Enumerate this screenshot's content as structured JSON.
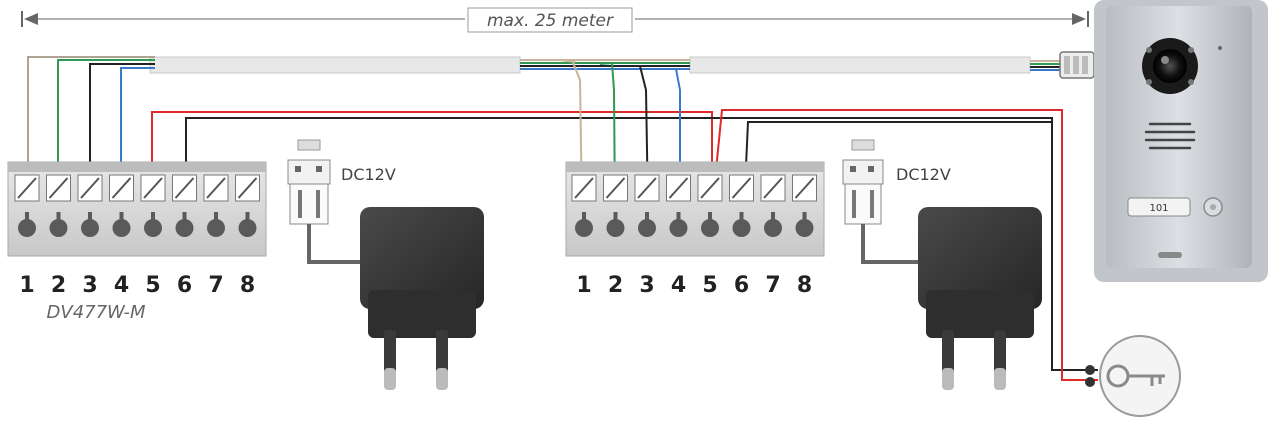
{
  "distance_label": "max. 25 meter",
  "monitor_model": "DV477W-M",
  "terminal_numbers": [
    "1",
    "2",
    "3",
    "4",
    "5",
    "6",
    "7",
    "8"
  ],
  "power_labels": [
    "DC12V",
    "DC12V"
  ],
  "nameplate": "101",
  "colors": {
    "wire_beige": "#c8b49a",
    "wire_green": "#2e9a52",
    "wire_black": "#222222",
    "wire_blue": "#3a78c8",
    "wire_red": "#e02a2a",
    "cable_sheath": "#e6e6e6",
    "adapter": "#3a3a3a",
    "panel": "#c9ccd0"
  }
}
